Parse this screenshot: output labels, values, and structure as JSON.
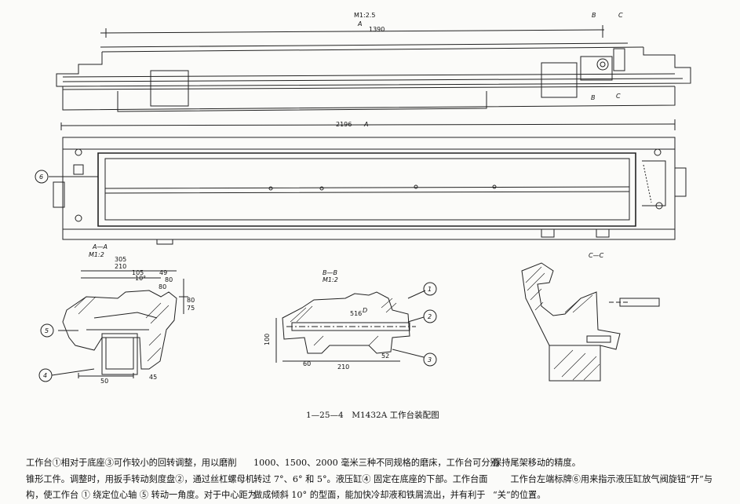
{
  "drawing": {
    "top_view": {
      "scale": "M1:2.5",
      "dim_top": "1390",
      "dim_bottom": "2196",
      "sec_b_upper": "B",
      "sec_c_upper": "C",
      "sec_b_lower": "B",
      "sec_c_lower": "C",
      "sec_a": "A",
      "sec_a_top": "A"
    },
    "plan_view": {
      "callout_6": "6"
    },
    "section_aa": {
      "title": "A—A",
      "scale": "M1:2",
      "dims": [
        "305",
        "210",
        "105",
        "49",
        "80",
        "80",
        "10°",
        "80",
        "75",
        "45",
        "50"
      ],
      "callout_5": "5",
      "callout_4": "4"
    },
    "section_bb": {
      "title": "B—B",
      "scale": "M1:2",
      "dims": [
        "516",
        "D",
        "100",
        "60",
        "210",
        "52"
      ],
      "callout_1": "1",
      "callout_2": "2",
      "callout_3": "3"
    },
    "section_cc": {
      "title": "C—C"
    }
  },
  "caption": "1—25—4　M1432A 工作台装配图",
  "body": {
    "col1": [
      "工作台①相对于底座③可作较小的回转调整，用以磨削",
      "锥形工件。调整时，用扳手转动刻度盘②，通过丝杠螺母机",
      "构，使工作台 ① 绕定位心轴 ⑤ 转动一角度。对于中心距为"
    ],
    "col2": [
      "1000、1500、2000 毫米三种不同规格的磨床，工作台可分别",
      "转过 7°、6° 和 5°。液压缸④ 固定在底座的下部。工作台面",
      "做成倾斜 10° 的型面，能加快冷却液和铁屑流出，并有利于"
    ],
    "col3": [
      "保持尾架移动的精度。",
      "　　工作台左端标牌⑥用来指示液压缸放气阀旋钮“开”与",
      "“关”的位置。"
    ]
  }
}
